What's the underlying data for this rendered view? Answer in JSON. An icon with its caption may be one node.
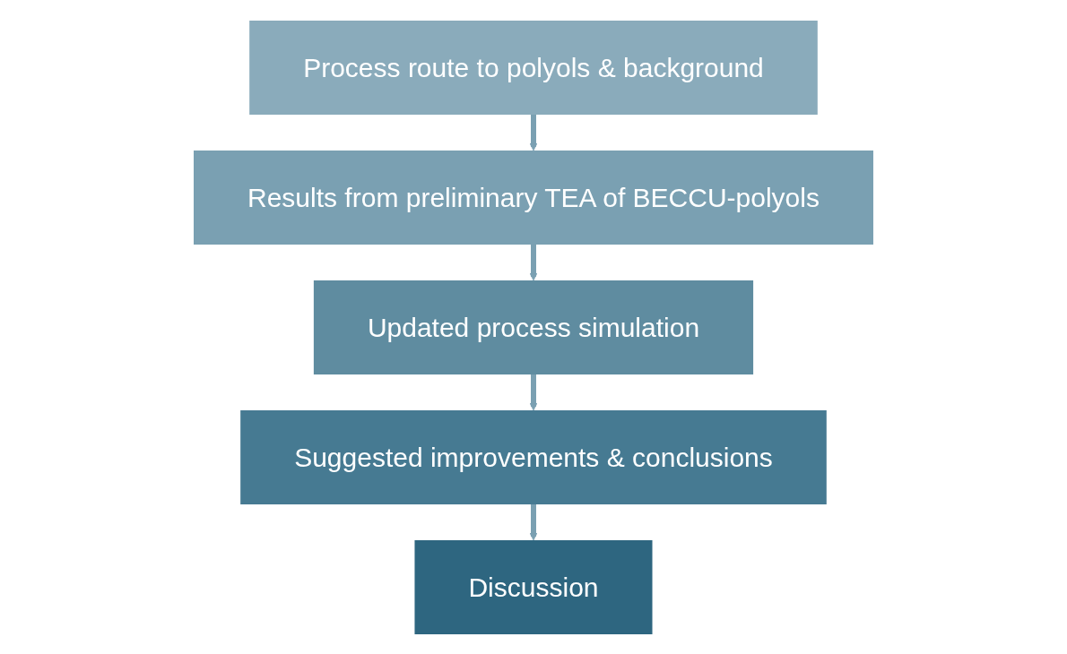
{
  "diagram": {
    "nodes": [
      {
        "text": [
          "Process route to polyols & background"
        ]
      },
      {
        "text": [
          "Results from preliminary TEA of BECCU-polyols"
        ]
      },
      {
        "text": [
          "Updated process simulation"
        ]
      },
      {
        "text": [
          "Suggested improvements & conclusions"
        ]
      },
      {
        "text": [
          "Discussion"
        ]
      }
    ],
    "edges": [
      {
        "from": 0,
        "to": 1,
        "arrow": "to"
      },
      {
        "from": 1,
        "to": 2,
        "arrow": "to"
      },
      {
        "from": 2,
        "to": 3,
        "arrow": "to"
      },
      {
        "from": 3,
        "to": 4,
        "arrow": "to"
      }
    ]
  }
}
